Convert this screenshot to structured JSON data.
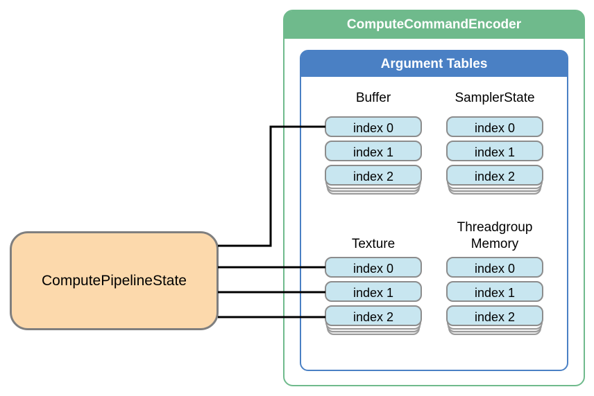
{
  "encoder": {
    "title": "ComputeCommandEncoder"
  },
  "argument_tables": {
    "title": "Argument Tables",
    "tables": [
      {
        "id": "buffer",
        "title": "Buffer",
        "slots": [
          "index 0",
          "index 1",
          "index 2"
        ]
      },
      {
        "id": "sampler",
        "title": "SamplerState",
        "slots": [
          "index 0",
          "index 1",
          "index 2"
        ]
      },
      {
        "id": "texture",
        "title": "Texture",
        "slots": [
          "index 0",
          "index 1",
          "index 2"
        ]
      },
      {
        "id": "threadgroup",
        "title": "Threadgroup Memory",
        "slots": [
          "index 0",
          "index 1",
          "index 2"
        ]
      }
    ]
  },
  "pipeline": {
    "label": "ComputePipelineState"
  },
  "connections": [
    {
      "from": "ComputePipelineState",
      "to": "Buffer index 0"
    },
    {
      "from": "ComputePipelineState",
      "to": "Texture index 0"
    },
    {
      "from": "ComputePipelineState",
      "to": "Texture index 1"
    },
    {
      "from": "ComputePipelineState",
      "to": "Texture index 2"
    }
  ],
  "colors": {
    "encoder_green": "#6fba8c",
    "tables_blue": "#4a80c4",
    "slot_fill": "#c8e6f0",
    "slot_border": "#8c8c8c",
    "pipeline_fill": "#fcd9ac",
    "connector": "#000000"
  }
}
